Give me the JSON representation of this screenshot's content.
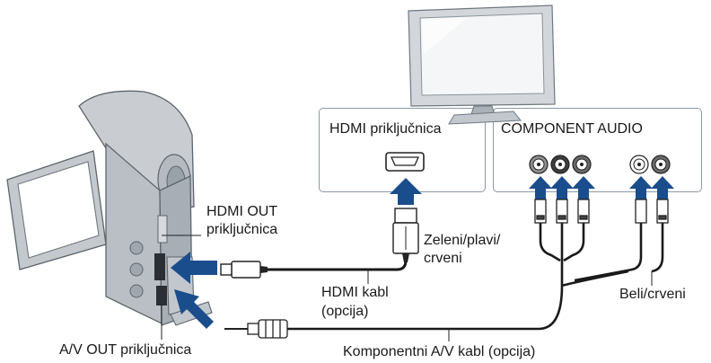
{
  "labels": {
    "hdmi_jack": "HDMI priključnica",
    "component_audio": "COMPONENT AUDIO",
    "hdmi_out_line1": "HDMI OUT",
    "hdmi_out_line2": "priključnica",
    "hdmi_cable_line1": "HDMI kabl",
    "hdmi_cable_line2": "(opcija)",
    "green_blue_red_line1": "Zeleni/plavi/",
    "green_blue_red_line2": "crveni",
    "white_red": "Beli/crveni",
    "av_out_jack": "A/V OUT priključnica",
    "component_av_cable": "Komponentni A/V kabl (opcija)"
  },
  "colors": {
    "arrow_blue": "#1a4d8c",
    "panel_border": "#8d9aa6",
    "device_gray": "#c9cdd2",
    "cable": "#1a1a1a"
  },
  "icons": [
    "camcorder",
    "tv",
    "hdmi-port",
    "rca-jacks",
    "hdmi-plug",
    "mini-plug",
    "rca-plugs"
  ]
}
